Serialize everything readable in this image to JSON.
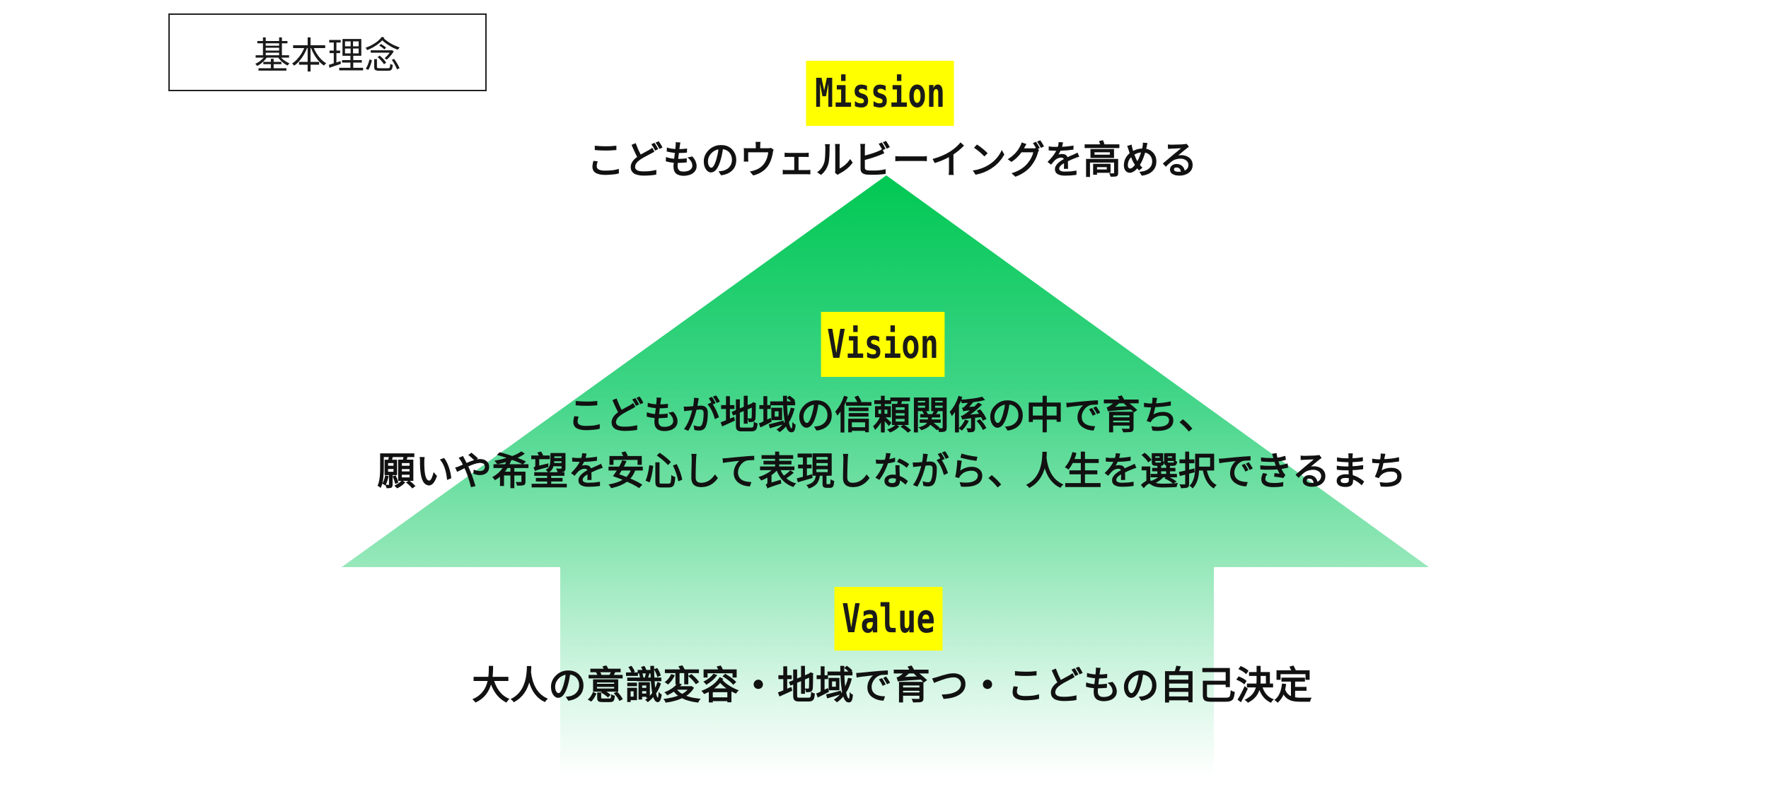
{
  "title": "基本理念",
  "colors": {
    "arrow_top": "#00c853",
    "arrow_bottom": "#ffffff",
    "label_bg": "#ffff00"
  },
  "mission": {
    "label": "Mission",
    "text": "こどものウェルビーイングを高める"
  },
  "vision": {
    "label": "Vision",
    "lines": [
      "こどもが地域の信頼関係の中で育ち、",
      "願いや希望を安心して表現しながら、人生を選択できるまち"
    ]
  },
  "value": {
    "label": "Value",
    "text": "大人の意識変容・地域で育つ・こどもの自己決定"
  }
}
